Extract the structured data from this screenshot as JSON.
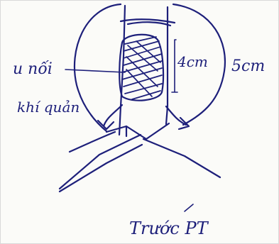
{
  "labels": {
    "mass_line1": "u nối",
    "mass_line2": "khí quản",
    "inner_measure": "4cm",
    "outer_measure": "5cm",
    "caption": "Trước PT"
  },
  "colors": {
    "ink": "#1d1f7a",
    "paper": "#fbfbf8"
  }
}
